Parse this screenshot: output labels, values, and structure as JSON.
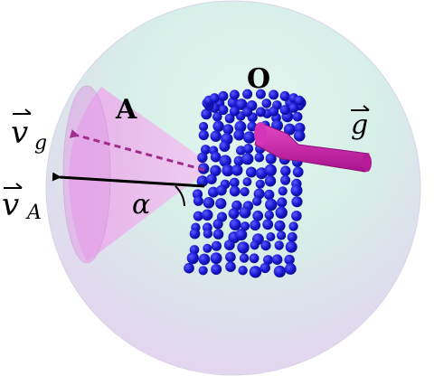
{
  "labels": {
    "origin": "O",
    "cone": "A",
    "angle": "α",
    "gravity_vector": "g",
    "velocity_group": "v",
    "velocity_group_sub": "g",
    "velocity_a": "v",
    "velocity_a_sub": "A"
  },
  "colors": {
    "sphere_top": "#c9f0e6",
    "sphere_bottom": "#e7d3f2",
    "cone_fill": "#e9a3ea",
    "cone_edge": "#d58fd8",
    "beads": "#1a1ad6",
    "gravity_rod": "#c51aa6",
    "velocity_group_arrow": "#a12c8c",
    "velocity_a_arrow": "#000000"
  },
  "icons": {
    "vector_arrow": "right-harpoon-arrow"
  }
}
